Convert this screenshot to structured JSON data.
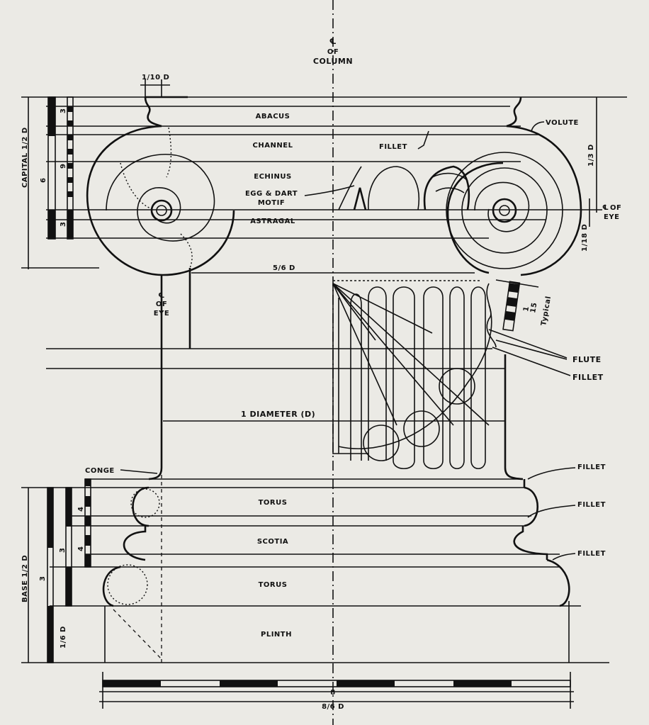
{
  "title": {
    "symbol": "℄",
    "line1": "OF",
    "line2": "COLUMN"
  },
  "capital": {
    "side_label": "CAPITAL 1/2 D",
    "scale_numbers": [
      "3",
      "9",
      "6",
      "3"
    ],
    "top_dim": "1/10 D",
    "bands": [
      "ABACUS",
      "CHANNEL",
      "ECHINUS",
      "EGG & DART",
      "MOTIF",
      "ASTRAGAL"
    ],
    "fillet": "FILLET",
    "volute": "VOLUTE",
    "volute_height": "1/3 D",
    "eye_right": {
      "symbol": "℄",
      "line1": "OF",
      "line2": "EYE"
    },
    "eye_dim": "1/18 D",
    "eye_left": {
      "symbol": "℄",
      "line1": "OF",
      "line2": "EYE"
    },
    "width_dim": "5/6 D"
  },
  "shaft": {
    "flute_count": "15",
    "flute_note": "Typical",
    "flute_scale": "1",
    "flute": "FLUTE",
    "fillet": "FILLET",
    "diameter": "1 DIAMETER (D)"
  },
  "base": {
    "side_label": "BASE 1/2 D",
    "scale_numbers": [
      "3",
      "3",
      "4",
      "4",
      "1/6 D"
    ],
    "conge": "CONGE",
    "fillets": [
      "FILLET",
      "FILLET",
      "FILLET"
    ],
    "bands": [
      "TORUS",
      "SCOTIA",
      "TORUS",
      "PLINTH"
    ]
  },
  "bottom_scale": {
    "count": "8",
    "width": "8/6 D"
  }
}
